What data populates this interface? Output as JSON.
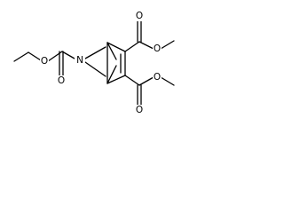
{
  "molecule": {
    "atoms": {
      "nitrogen": "N",
      "ester_left_carbonyl_o": "O",
      "ester_left_ether_o": "O",
      "ester_top_carbonyl_o": "O",
      "ester_top_ether_o": "O",
      "ester_bottom_carbonyl_o": "O",
      "ester_bottom_ether_o": "O"
    }
  },
  "colors": {
    "bond": "#000000",
    "text": "#000000",
    "background": "#ffffff"
  }
}
